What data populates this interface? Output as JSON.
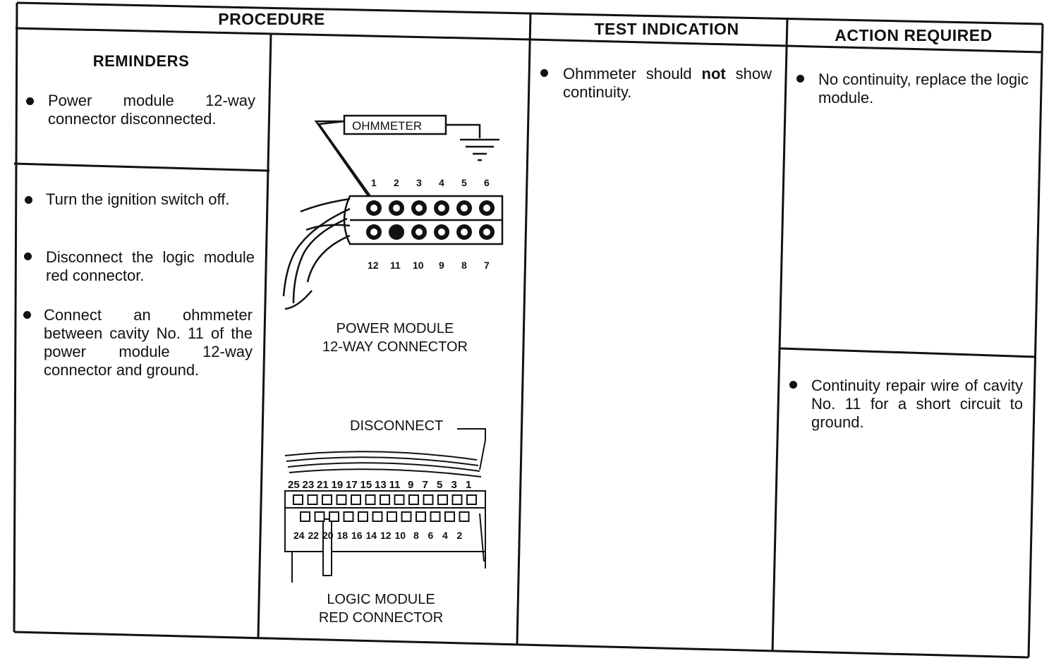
{
  "headers": {
    "procedure": "PROCEDURE",
    "test_indication": "TEST INDICATION",
    "action_required": "ACTION REQUIRED"
  },
  "reminders": {
    "title": "REMINDERS",
    "items": [
      "Power module 12-way connector disconnected."
    ]
  },
  "steps": [
    "Turn the ignition switch off.",
    "Disconnect the logic module red connector.",
    "Connect an ohmmeter between cavity No. 11 of the power module 12-way connector and ground."
  ],
  "diagram_power": {
    "meter_label": "OHMMETER",
    "top_pins": [
      "1",
      "2",
      "3",
      "4",
      "5",
      "6"
    ],
    "bottom_pins": [
      "12",
      "11",
      "10",
      "9",
      "8",
      "7"
    ],
    "caption_line1": "POWER MODULE",
    "caption_line2": "12-WAY CONNECTOR"
  },
  "diagram_logic": {
    "disconnect_label": "DISCONNECT",
    "odd_pins": [
      "25",
      "23",
      "21",
      "19",
      "17",
      "15",
      "13",
      "11",
      "9",
      "7",
      "5",
      "3",
      "1"
    ],
    "even_pins": [
      "24",
      "22",
      "20",
      "18",
      "16",
      "14",
      "12",
      "10",
      "8",
      "6",
      "4",
      "2"
    ],
    "caption_line1": "LOGIC MODULE",
    "caption_line2": "RED CONNECTOR"
  },
  "test_indication": {
    "pre": "Ohmmeter should ",
    "bold": "not",
    "post": " show continuity."
  },
  "actions": [
    "No continuity, replace the logic module.",
    "Continuity repair wire of cavity No. 11 for a short circuit to ground."
  ]
}
